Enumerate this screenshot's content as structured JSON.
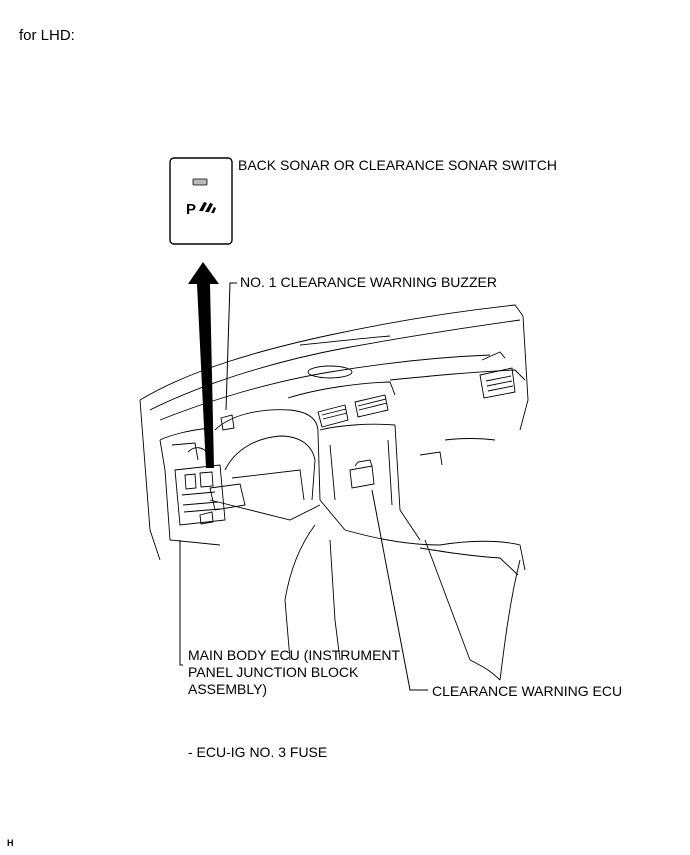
{
  "heading": "for LHD:",
  "labels": {
    "switch": "BACK SONAR OR CLEARANCE SONAR SWITCH",
    "buzzer": "NO. 1 CLEARANCE WARNING BUZZER",
    "main_ecu_line1": "MAIN BODY ECU (INSTRUMENT",
    "main_ecu_line2": "PANEL JUNCTION BLOCK",
    "main_ecu_line3": "ASSEMBLY)",
    "clearance_ecu": "CLEARANCE WARNING ECU",
    "fuse": "- ECU-IG NO. 3 FUSE"
  },
  "switch_glyph": "P",
  "corner_mark": "H"
}
